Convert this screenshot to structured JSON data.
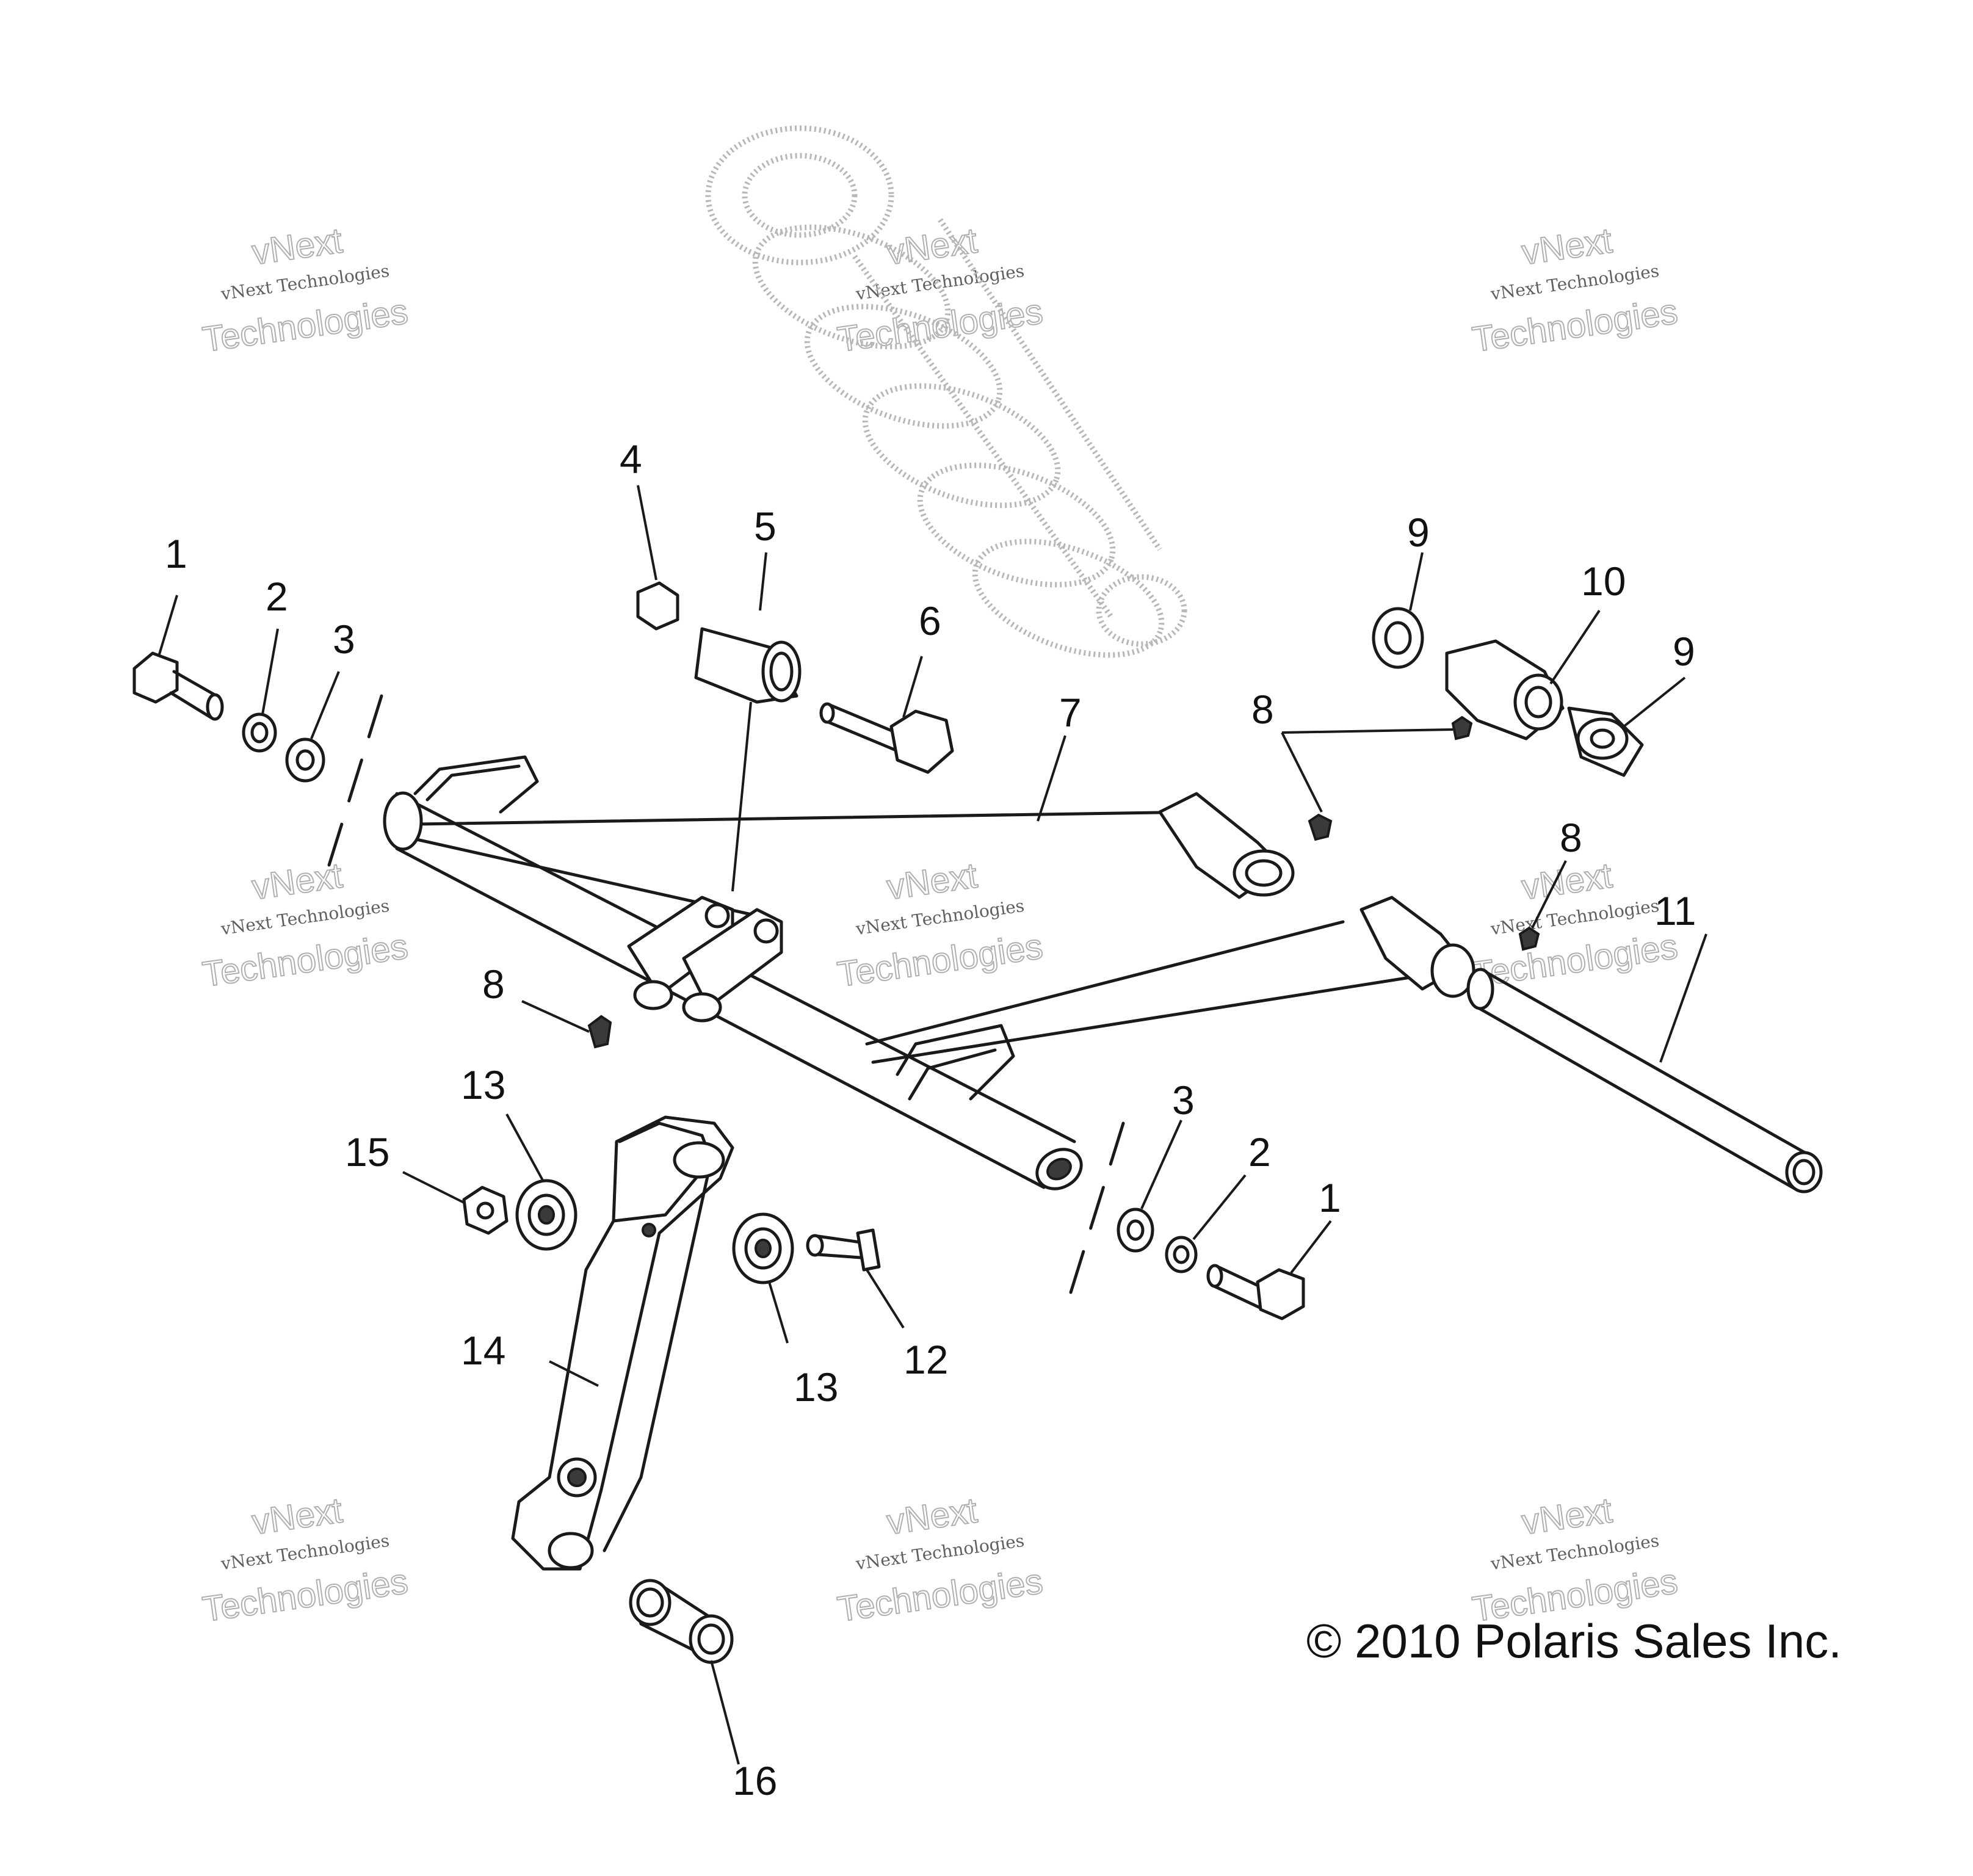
{
  "callouts": {
    "c1a": "1",
    "c2a": "2",
    "c3a": "3",
    "c4": "4",
    "c5": "5",
    "c6": "6",
    "c7": "7",
    "c8a": "8",
    "c8b": "8",
    "c8c": "8",
    "c9a": "9",
    "c9b": "9",
    "c10": "10",
    "c11": "11",
    "c3b": "3",
    "c2b": "2",
    "c1b": "1",
    "c13a": "13",
    "c13b": "13",
    "c12": "12",
    "c14": "14",
    "c15": "15",
    "c16": "16"
  },
  "copyright": "© 2010 Polaris Sales Inc.",
  "watermark": {
    "small": "vNext Technologies",
    "big_line1": "vNext",
    "big_line2": "Technologies"
  },
  "colors": {
    "line": "#1a1a1a",
    "shock_ghost": "#b8b8b8",
    "watermark": "#b0b0b0"
  }
}
